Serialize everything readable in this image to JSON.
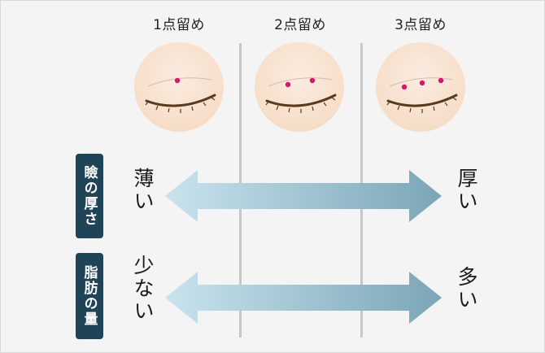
{
  "columns": [
    {
      "label": "1点留め",
      "points": 1
    },
    {
      "label": "2点留め",
      "points": 2
    },
    {
      "label": "3点留め",
      "points": 3
    }
  ],
  "rows": [
    {
      "category": "瞼の厚さ",
      "left": "薄い",
      "right": "厚い"
    },
    {
      "category": "脂肪の量",
      "left": "少ない",
      "right": "多い"
    }
  ],
  "colors": {
    "skin": "#f8e3d0",
    "point": "#d6186a",
    "label_bg": "#1f4457",
    "arrow_start": "#c9e3ee",
    "arrow_end": "#7aa6b6"
  }
}
